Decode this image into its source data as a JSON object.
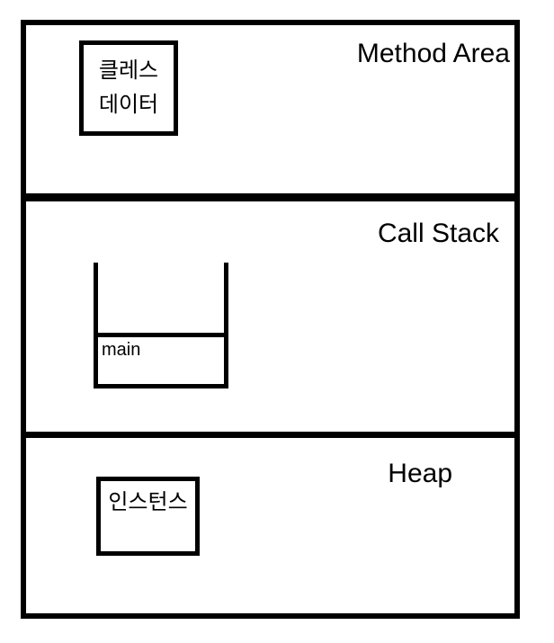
{
  "diagram": {
    "kind": "jvm-memory-structure",
    "colors": {
      "line": "#000000",
      "background": "#ffffff",
      "text": "#000000"
    }
  },
  "sections": [
    {
      "title": "Method Area",
      "box": {
        "lines": [
          "클레스",
          "데이터"
        ]
      }
    },
    {
      "title": "Call Stack",
      "stack": {
        "frames": [
          "main"
        ]
      }
    },
    {
      "title": "Heap",
      "box": {
        "lines": [
          "인스턴스"
        ]
      }
    }
  ]
}
